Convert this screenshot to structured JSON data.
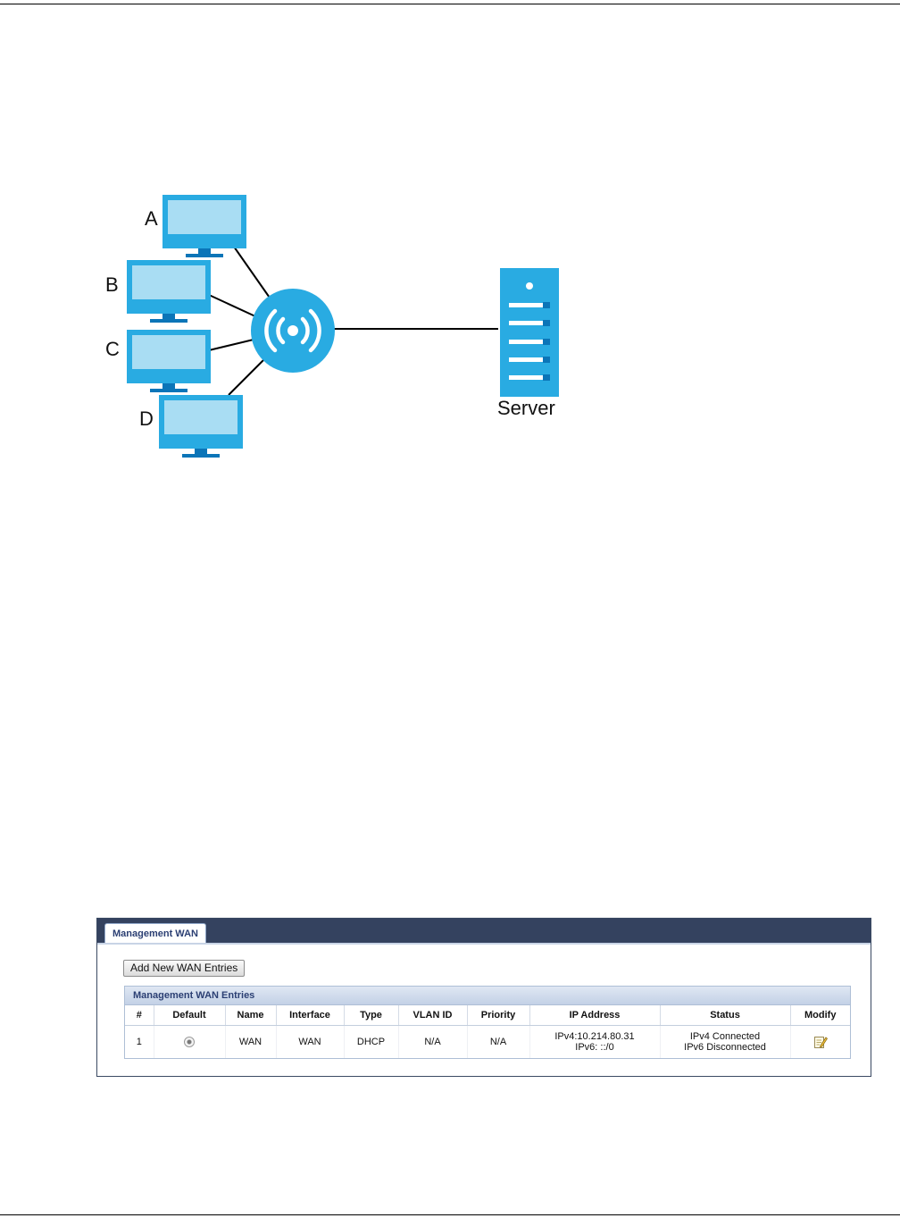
{
  "diagram": {
    "clients": [
      {
        "label": "A"
      },
      {
        "label": "B"
      },
      {
        "label": "C"
      },
      {
        "label": "D"
      }
    ],
    "hub_icon": "wireless-signal-icon",
    "server": {
      "label": "Server",
      "icon": "server-tower-icon"
    },
    "colors": {
      "device": "#29abe2",
      "device_dark": "#0b75b8",
      "screen": "#a9ddf3",
      "line": "#000000"
    }
  },
  "panel": {
    "tab_label": "Management WAN",
    "add_button_label": "Add New WAN Entries",
    "section_title": "Management WAN Entries",
    "columns": [
      "#",
      "Default",
      "Name",
      "Interface",
      "Type",
      "VLAN ID",
      "Priority",
      "IP Address",
      "Status",
      "Modify"
    ],
    "rows": [
      {
        "index": "1",
        "default_selected": true,
        "name": "WAN",
        "interface": "WAN",
        "type": "DHCP",
        "vlan_id": "N/A",
        "priority": "N/A",
        "ip_v4": "IPv4:10.214.80.31",
        "ip_v6": "IPv6: ::/0",
        "status_v4": "IPv4 Connected",
        "status_v6": "IPv6 Disconnected",
        "modify_icon": "edit-note-icon"
      }
    ],
    "colors": {
      "tabbar": "#34425f",
      "header_text": "#2b3f73"
    }
  }
}
